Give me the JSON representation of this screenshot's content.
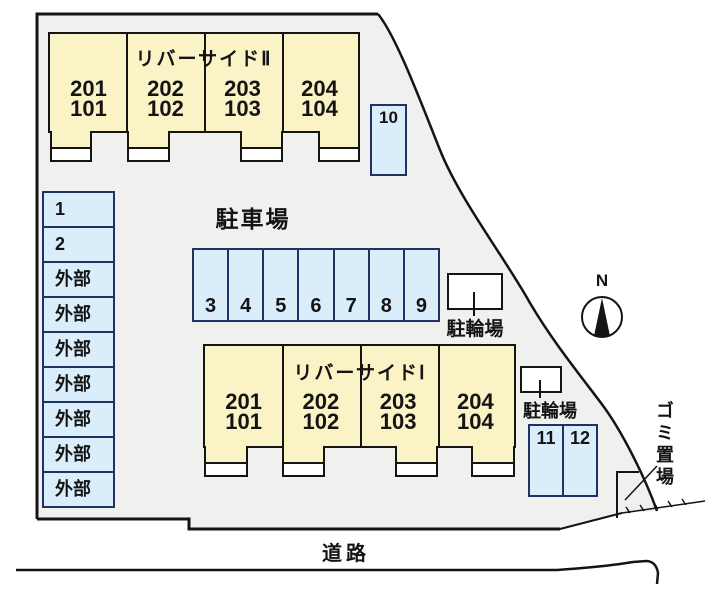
{
  "diagram": {
    "type": "apartment-site-plan",
    "labels": {
      "parking_area": "駐車場",
      "bicycle_parking_top": "駐輪場",
      "bicycle_parking_bottom": "駐輪場",
      "garbage_area": "ゴミ置場",
      "road": "道路",
      "compass_north": "N"
    },
    "buildings": [
      {
        "name": "リバーサイドⅡ",
        "units": [
          {
            "upper": "201",
            "lower": "101"
          },
          {
            "upper": "202",
            "lower": "102"
          },
          {
            "upper": "203",
            "lower": "103"
          },
          {
            "upper": "204",
            "lower": "104"
          }
        ]
      },
      {
        "name": "リバーサイドⅠ",
        "units": [
          {
            "upper": "201",
            "lower": "101"
          },
          {
            "upper": "202",
            "lower": "102"
          },
          {
            "upper": "203",
            "lower": "103"
          },
          {
            "upper": "204",
            "lower": "104"
          }
        ]
      }
    ],
    "parking": {
      "left_column": [
        "1",
        "2",
        "外部",
        "外部",
        "外部",
        "外部",
        "外部",
        "外部",
        "外部"
      ],
      "middle_row": [
        "3",
        "4",
        "5",
        "6",
        "7",
        "8",
        "9"
      ],
      "spot_10": "10",
      "spots_11_12": [
        "11",
        "12"
      ]
    },
    "colors": {
      "building_fill": "#FAF3C6",
      "parking_fill": "#D9EEFA",
      "parking_border": "#1F3263",
      "site_fill": "#F0F0EE",
      "line": "#141414"
    }
  }
}
